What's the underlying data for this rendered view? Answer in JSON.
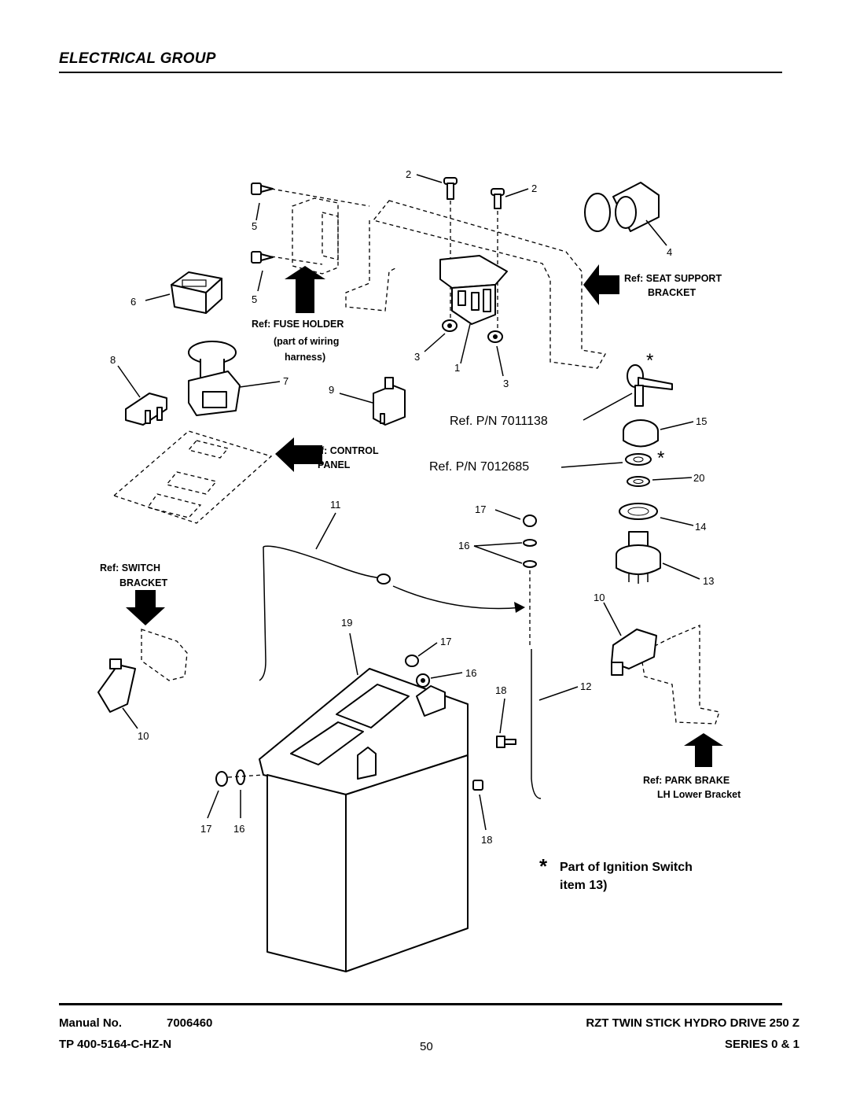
{
  "header": {
    "title": "ELECTRICAL GROUP"
  },
  "callouts": {
    "c1": "1",
    "c2a": "2",
    "c2b": "2",
    "c3a": "3",
    "c3b": "3",
    "c4": "4",
    "c5a": "5",
    "c5b": "5",
    "c6": "6",
    "c7": "7",
    "c8": "8",
    "c9": "9",
    "c10a": "10",
    "c10b": "10",
    "c11": "11",
    "c12": "12",
    "c13": "13",
    "c14": "14",
    "c15": "15",
    "c16a": "16",
    "c16b": "16",
    "c16c": "16",
    "c17a": "17",
    "c17b": "17",
    "c17c": "17",
    "c18a": "18",
    "c18b": "18",
    "c19": "19",
    "c20": "20",
    "star1": "*",
    "star2": "*"
  },
  "references": {
    "seat_support_1": "Ref: SEAT SUPPORT",
    "seat_support_2": "BRACKET",
    "fuse_holder_1": "Ref: FUSE HOLDER",
    "fuse_holder_2": "(part of wiring",
    "fuse_holder_3": "harness)",
    "control_panel_1": "Ref: CONTROL",
    "control_panel_2": "PANEL",
    "switch_bracket_1": "Ref: SWITCH",
    "switch_bracket_2": "BRACKET",
    "park_brake_1": "Ref: PARK BRAKE",
    "park_brake_2": "LH Lower Bracket",
    "pn_1": "Ref. P/N 7011138",
    "pn_2": "Ref. P/N 7012685"
  },
  "note": {
    "star": "*",
    "line1": "Part of Ignition Switch",
    "line2": "item 13)"
  },
  "footer": {
    "manual_label": "Manual No.",
    "manual_number": "7006460",
    "tp": "TP 400-5164-C-HZ-N",
    "page": "50",
    "model": "RZT TWIN STICK HYDRO DRIVE 250 Z",
    "series": "SERIES 0 & 1"
  }
}
